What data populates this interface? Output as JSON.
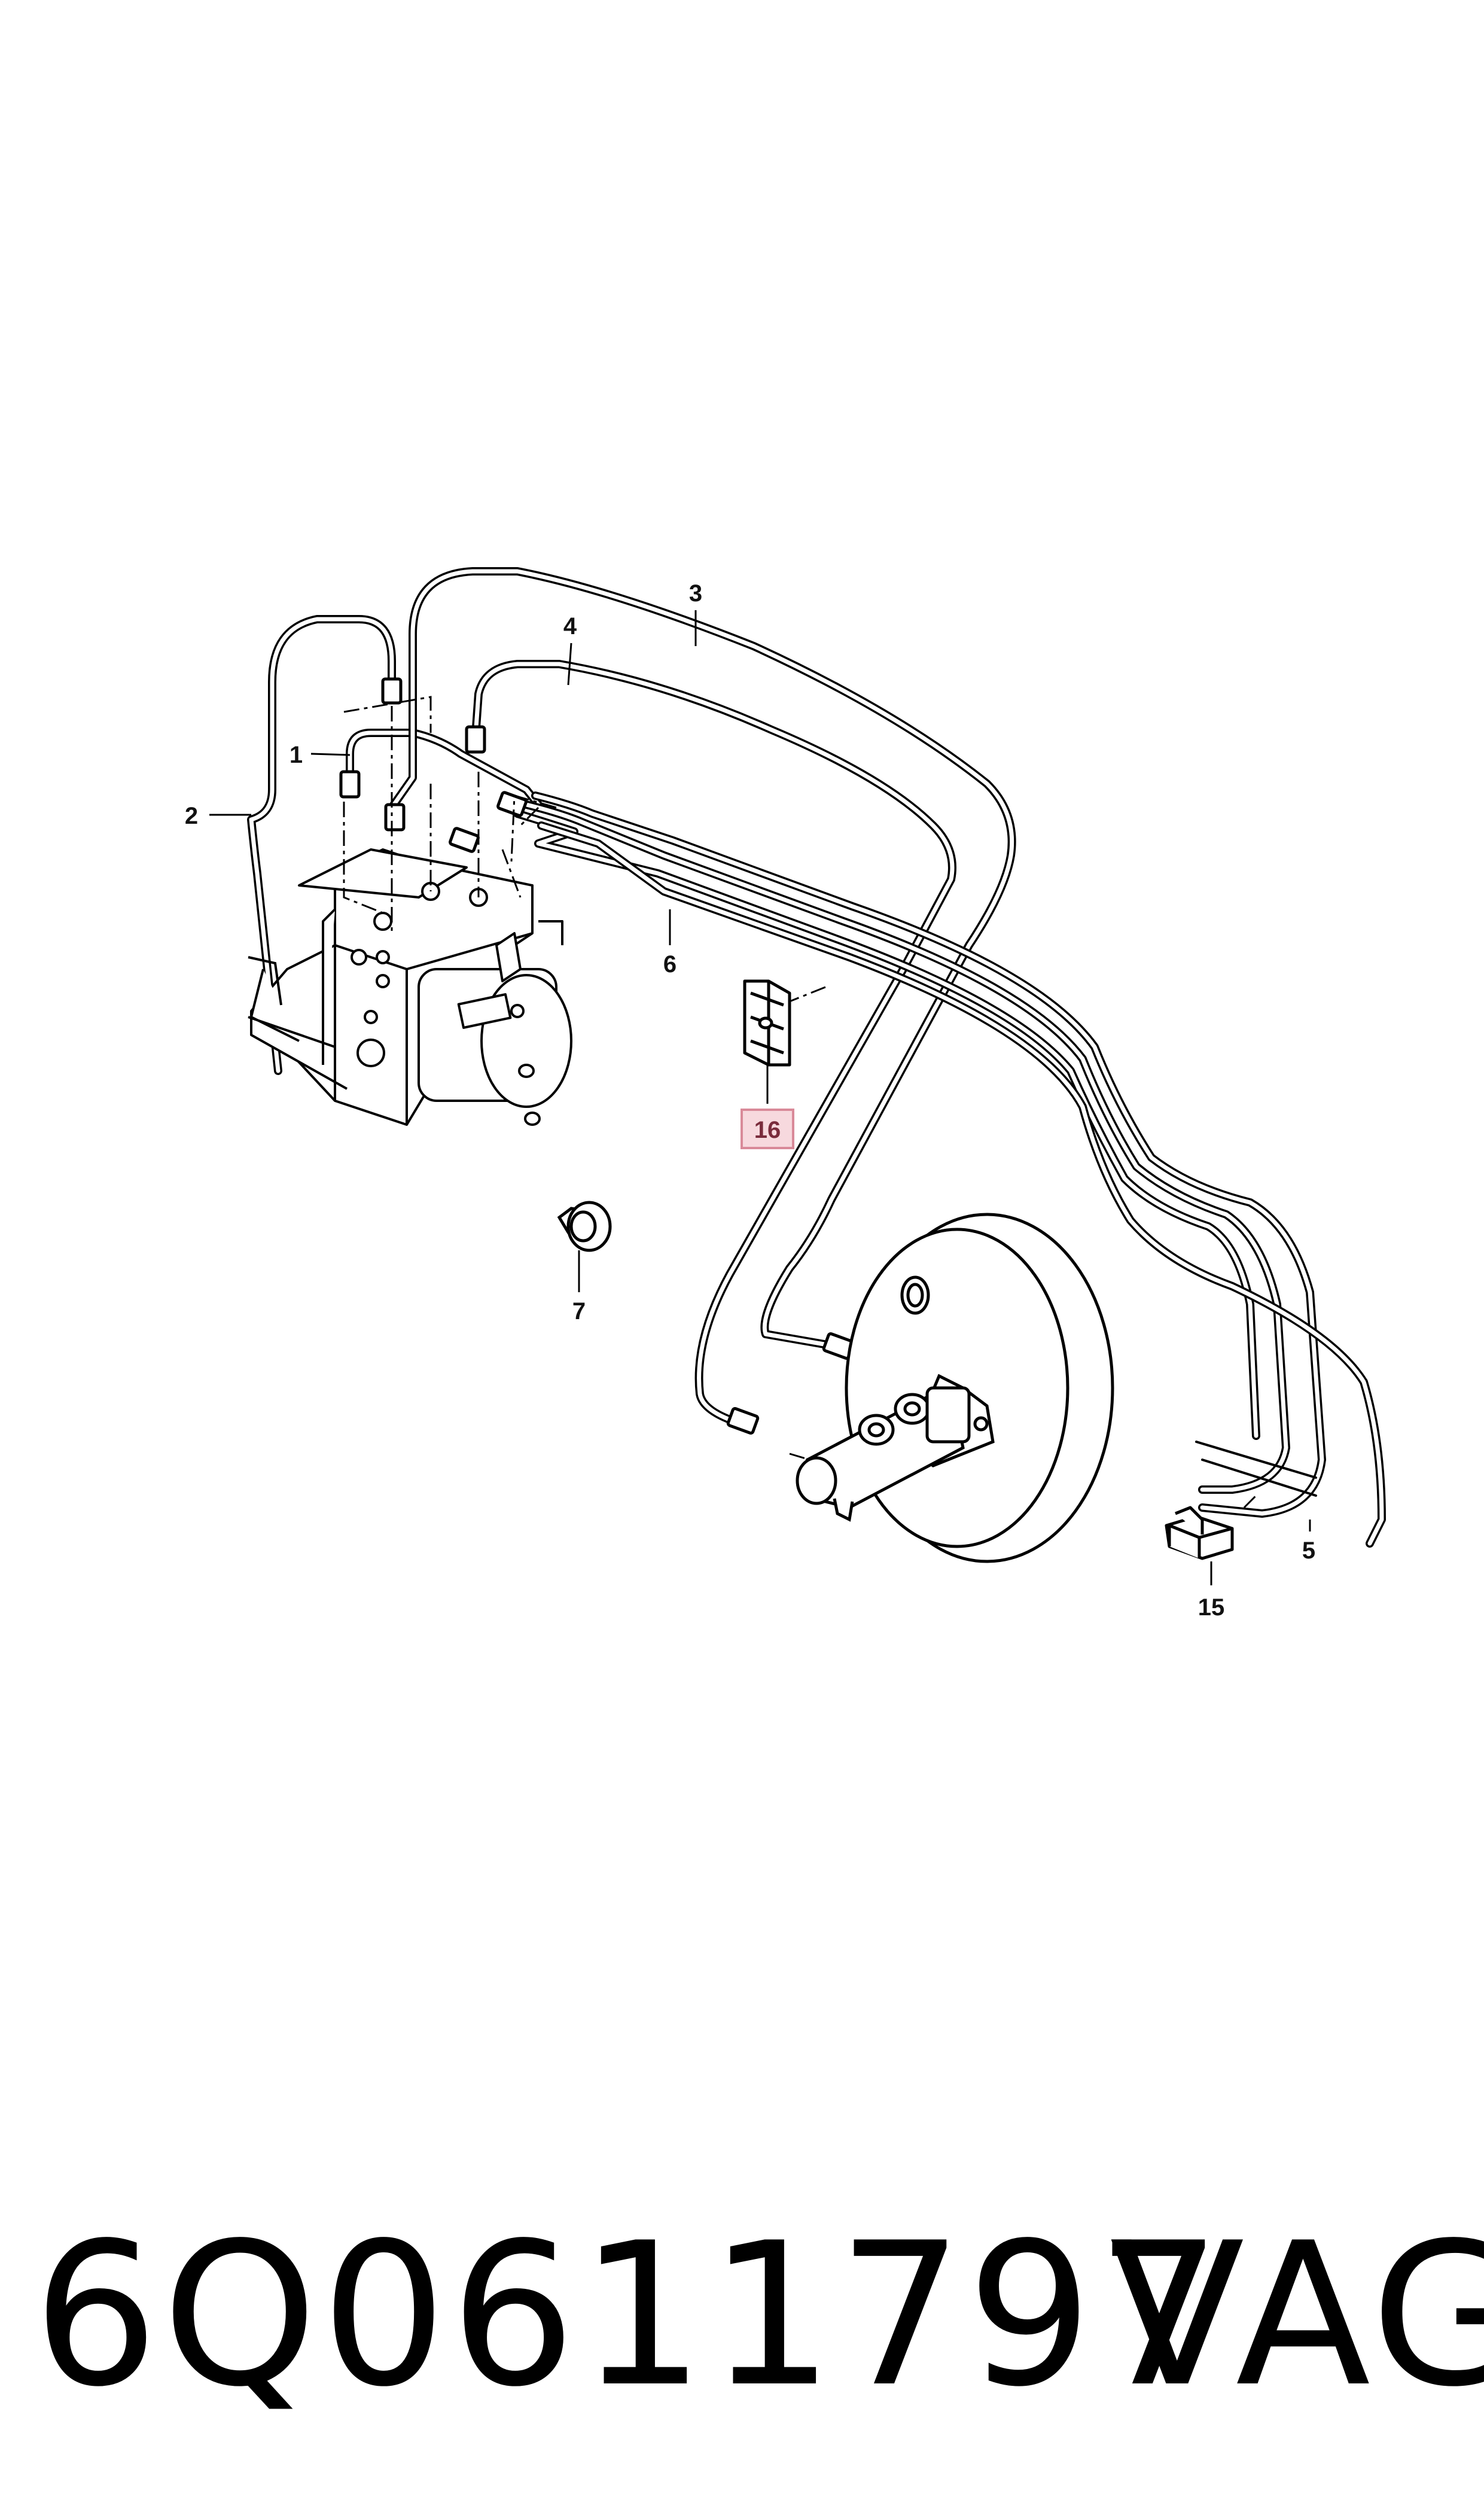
{
  "callouts": [
    "1",
    "2",
    "3",
    "4",
    "5",
    "6",
    "7",
    "15",
    "16"
  ],
  "highlighted_callout": "16",
  "highlight_colors": {
    "fill": "#f7d9de",
    "stroke": "#d98a99",
    "text": "#7a2c3c"
  },
  "part_number": "6Q0611797",
  "brand": "VAG"
}
